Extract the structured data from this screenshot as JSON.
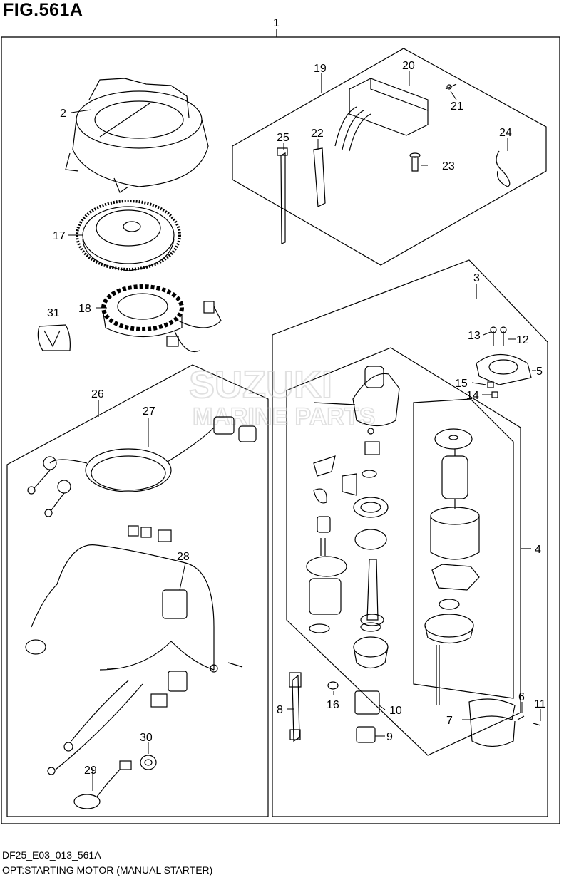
{
  "figure": {
    "title": "FIG.561A",
    "code": "DF25_E03_013_561A",
    "caption": "OPT:STARTING MOTOR (MANUAL STARTER)"
  },
  "watermark": {
    "brand": "SUZUKI",
    "subtitle": "MARINE PARTS"
  },
  "parts": [
    {
      "ref": "1"
    },
    {
      "ref": "2"
    },
    {
      "ref": "3"
    },
    {
      "ref": "4"
    },
    {
      "ref": "5"
    },
    {
      "ref": "6"
    },
    {
      "ref": "7"
    },
    {
      "ref": "8"
    },
    {
      "ref": "9"
    },
    {
      "ref": "10"
    },
    {
      "ref": "11"
    },
    {
      "ref": "12"
    },
    {
      "ref": "13"
    },
    {
      "ref": "14"
    },
    {
      "ref": "15"
    },
    {
      "ref": "16"
    },
    {
      "ref": "17"
    },
    {
      "ref": "18"
    },
    {
      "ref": "19"
    },
    {
      "ref": "20"
    },
    {
      "ref": "21"
    },
    {
      "ref": "22"
    },
    {
      "ref": "23"
    },
    {
      "ref": "24"
    },
    {
      "ref": "25"
    },
    {
      "ref": "26"
    },
    {
      "ref": "27"
    },
    {
      "ref": "28"
    },
    {
      "ref": "29"
    },
    {
      "ref": "30"
    },
    {
      "ref": "31"
    }
  ],
  "colors": {
    "line": "#000000",
    "watermark": "#c8c8c8",
    "background": "#ffffff"
  }
}
